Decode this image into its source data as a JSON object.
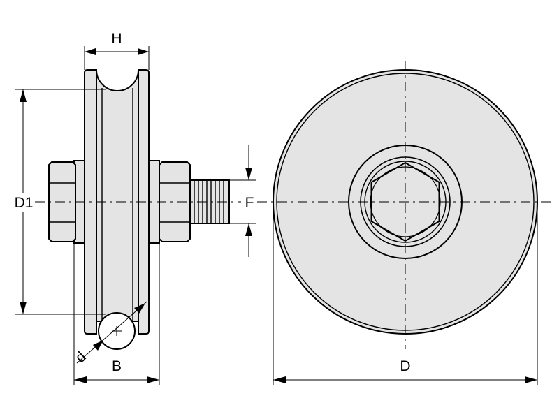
{
  "labels": {
    "H": "H",
    "D1": "D1",
    "F": "F",
    "d": "d",
    "B": "B",
    "D": "D"
  }
}
